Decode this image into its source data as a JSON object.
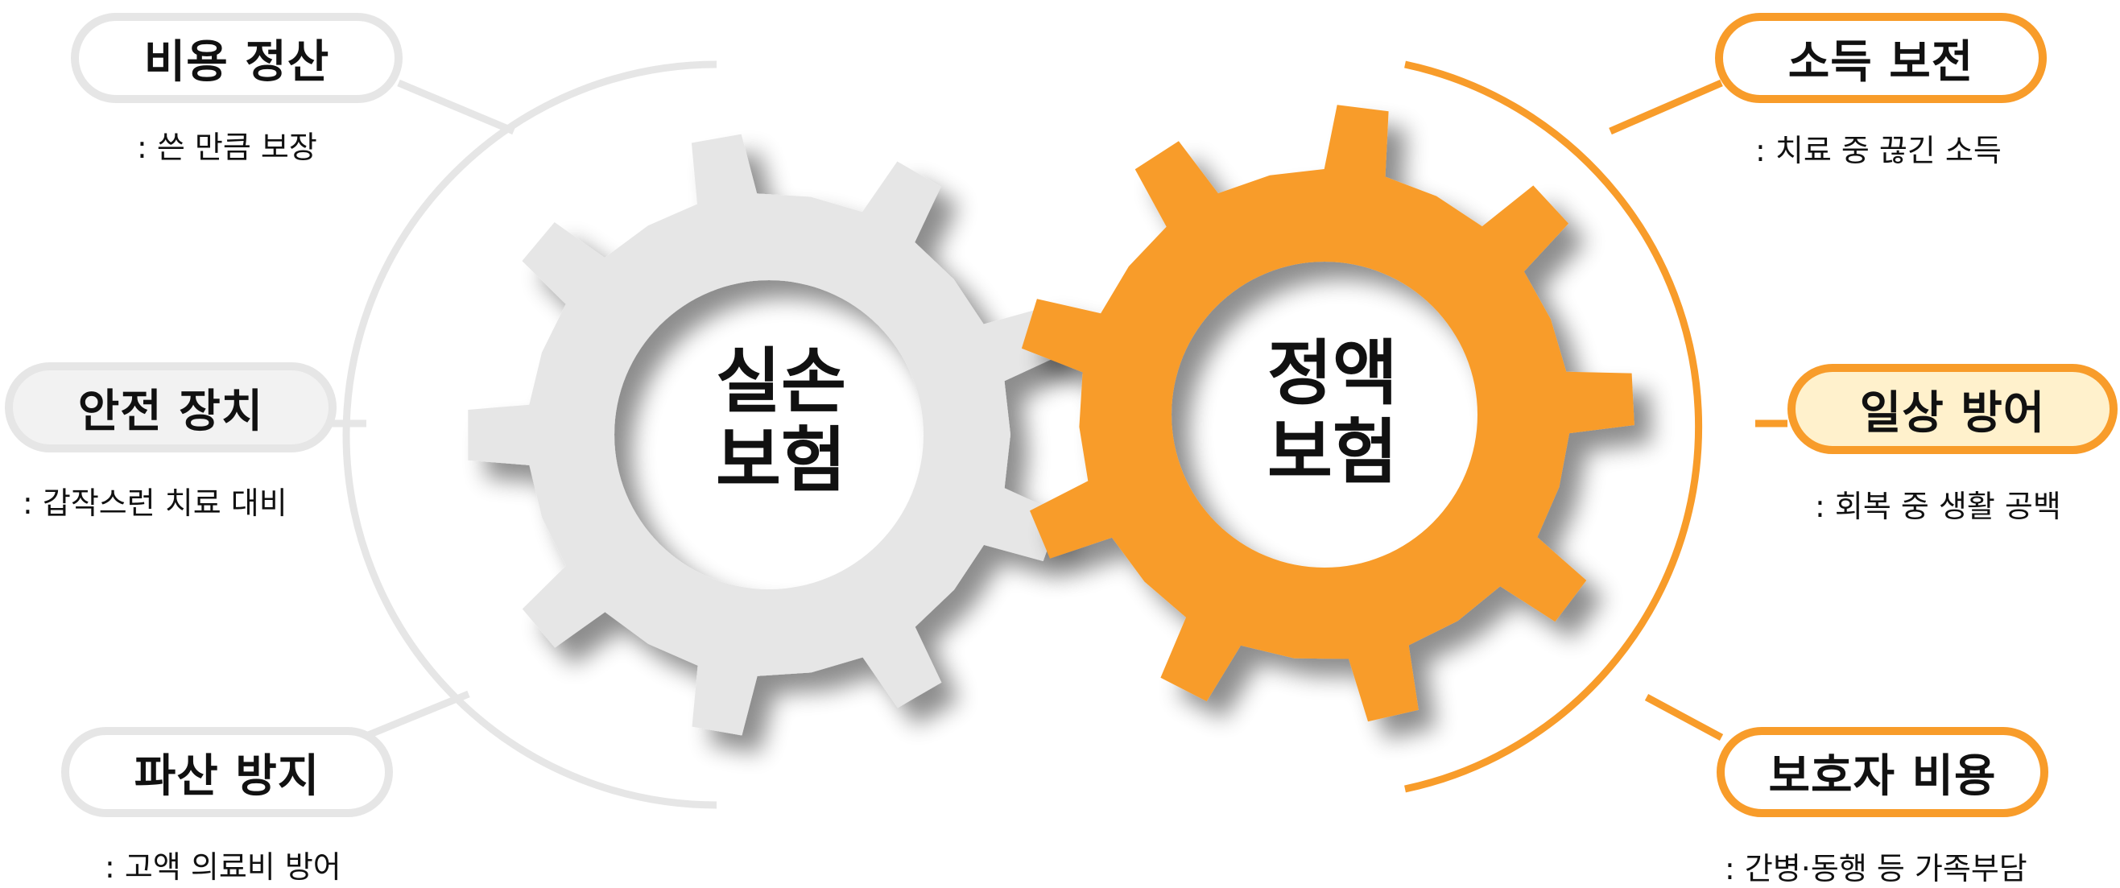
{
  "left_gear": {
    "line1": "실손",
    "line2": "보험",
    "color": "#e6e6e6"
  },
  "right_gear": {
    "line1": "정액",
    "line2": "보험",
    "color": "#f89c2a"
  },
  "left_items": [
    {
      "title": "비용 정산",
      "desc": ": 쓴 만큼 보장"
    },
    {
      "title": "안전 장치",
      "desc": ": 갑작스런 치료 대비"
    },
    {
      "title": "파산 방지",
      "desc": ": 고액 의료비 방어"
    }
  ],
  "right_items": [
    {
      "title": "소득 보전",
      "desc": ": 치료 중 끊긴 소득"
    },
    {
      "title": "일상 방어",
      "desc": ": 회복 중 생활 공백"
    },
    {
      "title": "보호자 비용",
      "desc": ": 간병·동행 등 가족부담"
    }
  ],
  "colors": {
    "gray": "#e6e6e6",
    "orange": "#f89c2a",
    "highlight_fill": "#fff1cc"
  }
}
